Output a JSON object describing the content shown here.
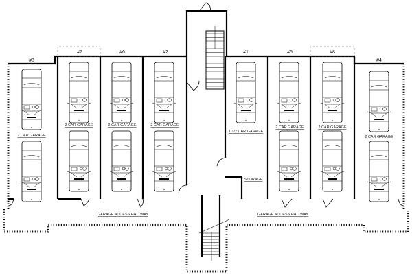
{
  "plan": {
    "units": [
      {
        "number": "#3",
        "label": "2 CAR GARAGE"
      },
      {
        "number": "#7",
        "label": "2 CAR GARAGE"
      },
      {
        "number": "#6",
        "label": "2 CAR GARAGE"
      },
      {
        "number": "#2",
        "label": "2 CAR GARAGE"
      },
      {
        "number": "#1",
        "label": "1 1/2 CAR GARAGE"
      },
      {
        "number": "#5",
        "label": "2 CAR GARAGE"
      },
      {
        "number": "#8",
        "label": "2 CAR GARAGE"
      },
      {
        "number": "#4",
        "label": "2 CAR GARAGE"
      }
    ],
    "storage_label": "STORAGE",
    "hallway_left_label": "GARAGE ACCESS HALLWAY",
    "hallway_right_label": "GARAGE ACCESS HALLWAY"
  }
}
